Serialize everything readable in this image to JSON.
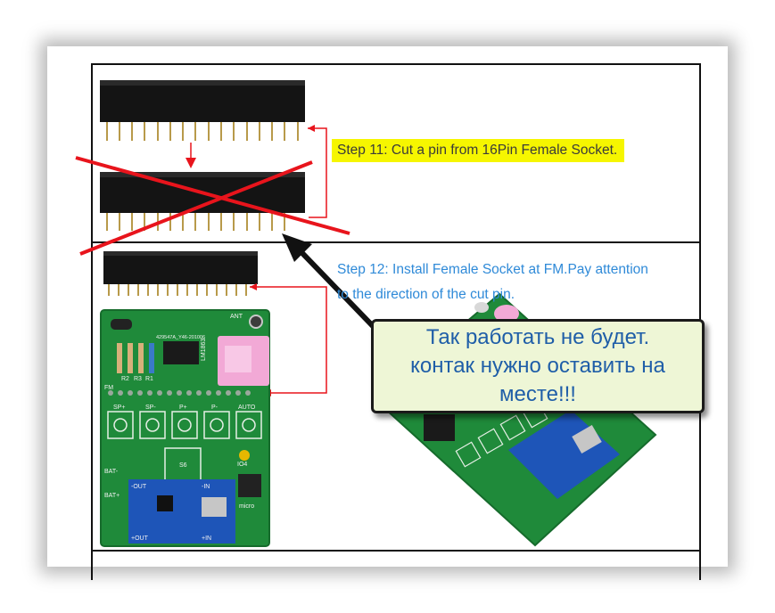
{
  "steps": {
    "step11": "Step 11: Cut a pin from 16Pin Female Socket.",
    "step12_line1": "Step 12: Install Female Socket at FM.Pay attention",
    "step12_line2": "to the direction of the cut pin."
  },
  "callout": {
    "line1": "Так работать не будет.",
    "line2": "контак нужно оставить на",
    "line3": "месте!!!"
  },
  "board": {
    "labels": {
      "ant": "ANT",
      "board_id": "429547A_Y46-201006",
      "chip": "LM1863",
      "r2": "R2",
      "r3": "R3",
      "r1": "R1",
      "fm": "FM",
      "sp_plus": "SP+",
      "sp_minus": "SP-",
      "p_plus": "P+",
      "p_minus": "P-",
      "auto": "AUTO",
      "s6": "S6",
      "io4": "IO4",
      "bat_minus": "BAT-",
      "bat_plus": "BAT+",
      "micro": "micro",
      "in_minus": "-IN",
      "in_plus": "+IN",
      "out_minus": "-OUT",
      "out_plus": "+OUT"
    }
  },
  "colors": {
    "highlight": "#f6f600",
    "step12_text": "#2f8ad8",
    "callout_bg": "#eef6d6",
    "callout_text": "#1f5ea8",
    "red_cross": "#e8141c",
    "pcb_green": "#1f8a3a",
    "socket_black": "#141414",
    "pin_gold": "#b89a4a"
  }
}
